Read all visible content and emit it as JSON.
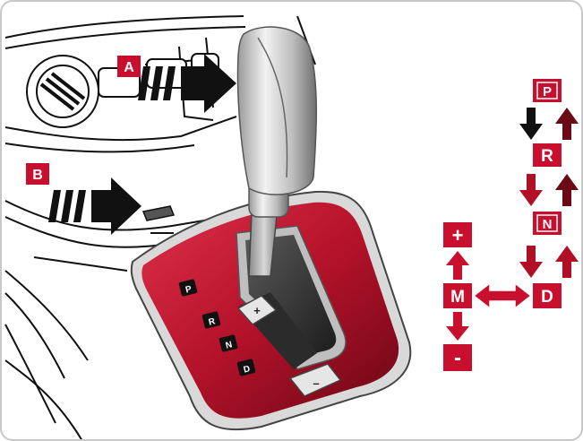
{
  "callouts": {
    "a": "A",
    "b": "B"
  },
  "console_gates": {
    "p": "P",
    "r": "R",
    "n": "N",
    "d": "D"
  },
  "gear_diagram": {
    "p": "P",
    "r": "R",
    "n": "N",
    "d": "D",
    "m": "M",
    "plus": "+",
    "minus": "-"
  },
  "knob_buttons": {
    "plus": "+",
    "minus": "–"
  },
  "colors": {
    "badge_red": "#c8102e",
    "arrow_black": "#111111",
    "arrow_dark_red": "#6b0a16",
    "arrow_red": "#b01025",
    "console_red": "#b3122a"
  },
  "icons": [
    "arrow-down-icon",
    "arrow-up-icon",
    "double-arrow-icon",
    "striped-arrow-icon"
  ]
}
